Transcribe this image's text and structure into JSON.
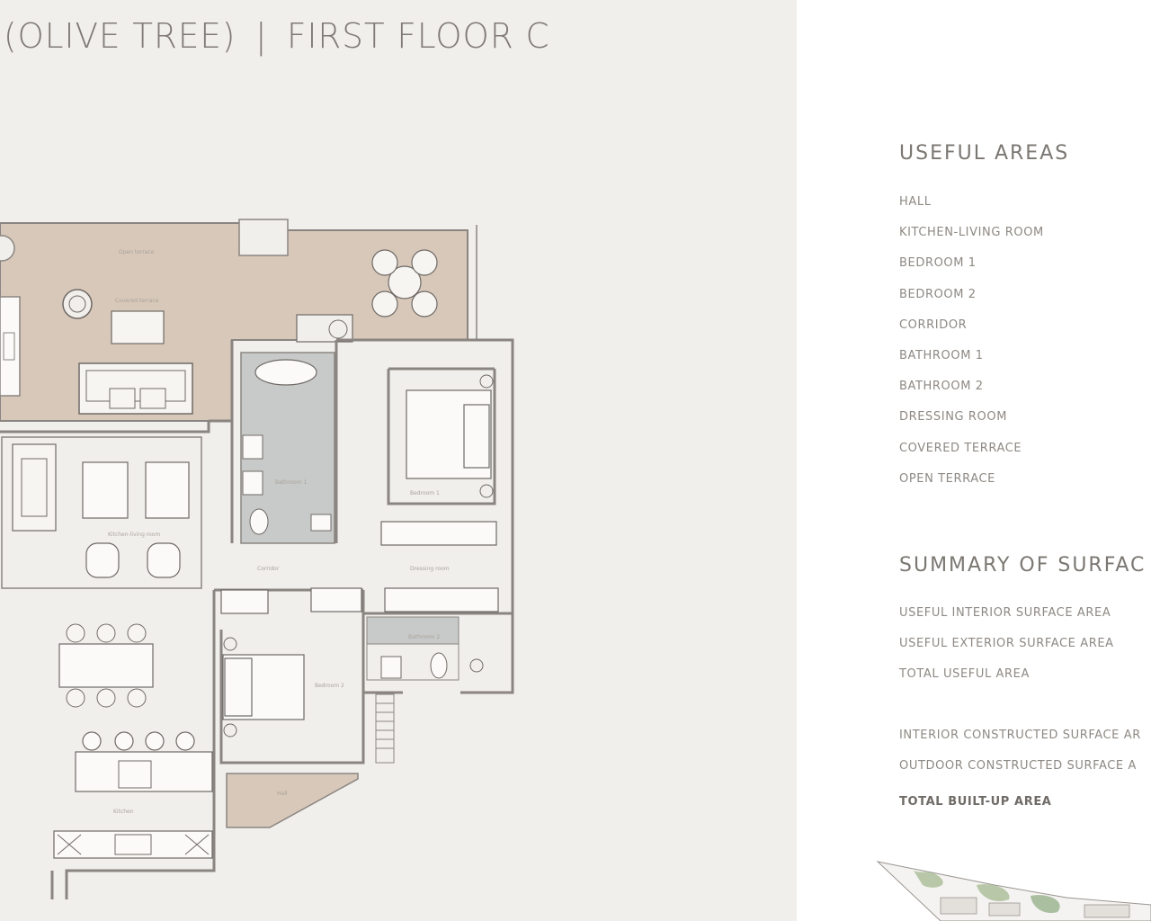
{
  "header": {
    "project": "(OLIVE TREE)",
    "separator": "|",
    "floor": "FIRST FLOOR C"
  },
  "useful_areas": {
    "title": "USEFUL AREAS",
    "items": [
      "HALL",
      "KITCHEN-LIVING ROOM",
      "BEDROOM 1",
      "BEDROOM 2",
      "CORRIDOR",
      "BATHROOM 1",
      "BATHROOM 2",
      "DRESSING ROOM",
      "COVERED TERRACE",
      "OPEN TERRACE"
    ]
  },
  "summary": {
    "title": "SUMMARY OF SURFAC",
    "items": [
      "USEFUL INTERIOR SURFACE AREA",
      "USEFUL EXTERIOR SURFACE AREA",
      "TOTAL USEFUL AREA"
    ],
    "constructed": [
      "INTERIOR CONSTRUCTED SURFACE AR",
      "OUTDOOR CONSTRUCTED SURFACE A"
    ],
    "total": "TOTAL BUILT-UP AREA"
  },
  "plan_labels": {
    "open_terrace": "Open terrace",
    "covered_terrace": "Covered terrace",
    "kitchen_living": "Kitchen-living room",
    "bathroom1": "Bathroom 1",
    "bedroom1": "Bedroom 1",
    "corridor": "Corridor",
    "dressing": "Dressing room",
    "bathroom2": "Bathroom 2",
    "bedroom2": "Bedroom 2",
    "kitchen": "Kitchen",
    "hall": "Hall"
  },
  "colors": {
    "panel_bg": "#f1efec",
    "terrace_fill": "#d8c8b9",
    "wall": "#8a8581",
    "bath_fill": "#c8cac9",
    "heading_text": "#7f7a75"
  }
}
